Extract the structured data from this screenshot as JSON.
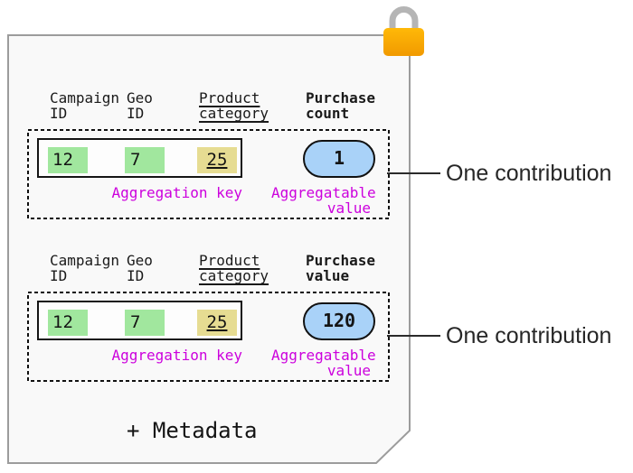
{
  "card": {
    "metadata_label": "+ Metadata",
    "lock_icon": "padlock"
  },
  "colors": {
    "key_cell_green": "#a1e79e",
    "key_cell_yellow": "#e6dc92",
    "value_pill_blue": "#a9d2f8",
    "label_magenta": "#cc00dd",
    "lock_body_orange": "#ffae00",
    "lock_shackle_gray": "#b5b5b5",
    "card_background": "#f9f9f9"
  },
  "contributions": [
    {
      "columns": [
        {
          "header_line1": "Campaign",
          "header_line2": "ID",
          "value": "12"
        },
        {
          "header_line1": "Geo",
          "header_line2": "ID",
          "value": "7"
        },
        {
          "header_line1": "Product",
          "header_line2": "category",
          "value": "25"
        },
        {
          "header_line1": "Purchase",
          "header_line2": "count",
          "value": "1"
        }
      ],
      "key_label": "Aggregation key",
      "value_label_line1": "Aggregatable",
      "value_label_line2": "value",
      "annotation": "One contribution"
    },
    {
      "columns": [
        {
          "header_line1": "Campaign",
          "header_line2": "ID",
          "value": "12"
        },
        {
          "header_line1": "Geo",
          "header_line2": "ID",
          "value": "7"
        },
        {
          "header_line1": "Product",
          "header_line2": "category",
          "value": "25"
        },
        {
          "header_line1": "Purchase",
          "header_line2": "value",
          "value": "120"
        }
      ],
      "key_label": "Aggregation key",
      "value_label_line1": "Aggregatable",
      "value_label_line2": "value",
      "annotation": "One contribution"
    }
  ]
}
